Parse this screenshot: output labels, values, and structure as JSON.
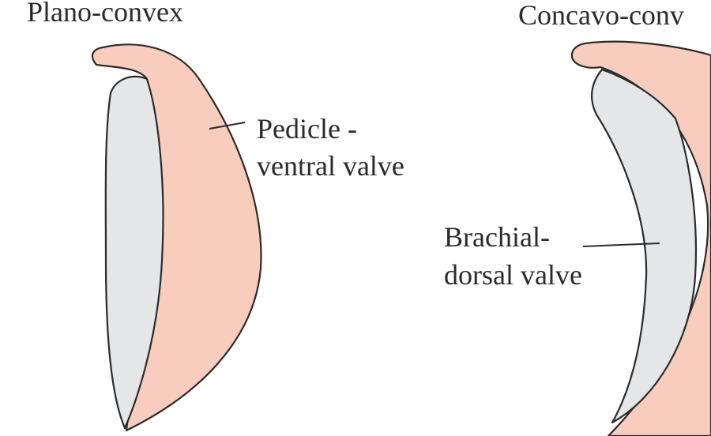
{
  "figure": {
    "left_title": "Plano-convex",
    "right_title": "Concavo-conv",
    "labels": {
      "pedicle_line1": "Pedicle -",
      "pedicle_line2": "ventral valve",
      "brachial_line1": "Brachial-",
      "brachial_line2": "dorsal valve"
    }
  },
  "colors": {
    "ventral_valve": "#f8cdbd",
    "dorsal_valve": "#e4e6e8",
    "outline": "#2b2b2b",
    "text": "#2b2b2b",
    "background": "#ffffff"
  }
}
